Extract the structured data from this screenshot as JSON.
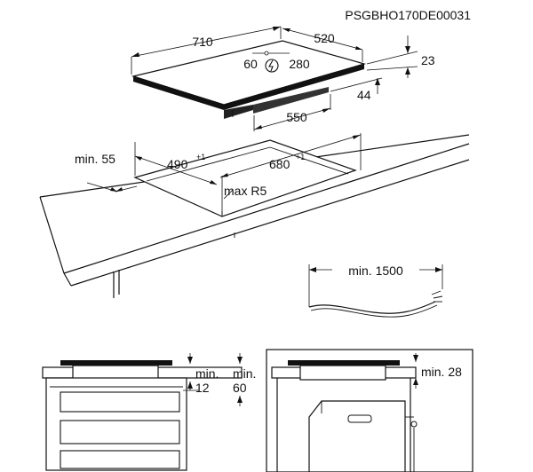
{
  "document_code": "PSGBHO170DE00031",
  "hob": {
    "width": "710",
    "depth": "520",
    "power_min": "60",
    "power_max": "280",
    "height": "23",
    "bottom_depth": "550",
    "inner_height": "44",
    "power_icon": "lightning-bolt-icon"
  },
  "cutout": {
    "edge_min": "min. 55",
    "depth": "490",
    "depth_tol": "+1",
    "width": "680",
    "width_tol": "+1",
    "corner_radius": "max R5"
  },
  "cable": {
    "min_length": "min. 1500"
  },
  "install_drawers": {
    "gap_label_top": "min.",
    "gap_label_top_value": "12",
    "gap_label_side": "min.",
    "gap_label_side_value": "60"
  },
  "install_oven": {
    "gap_label": "min. 28"
  }
}
